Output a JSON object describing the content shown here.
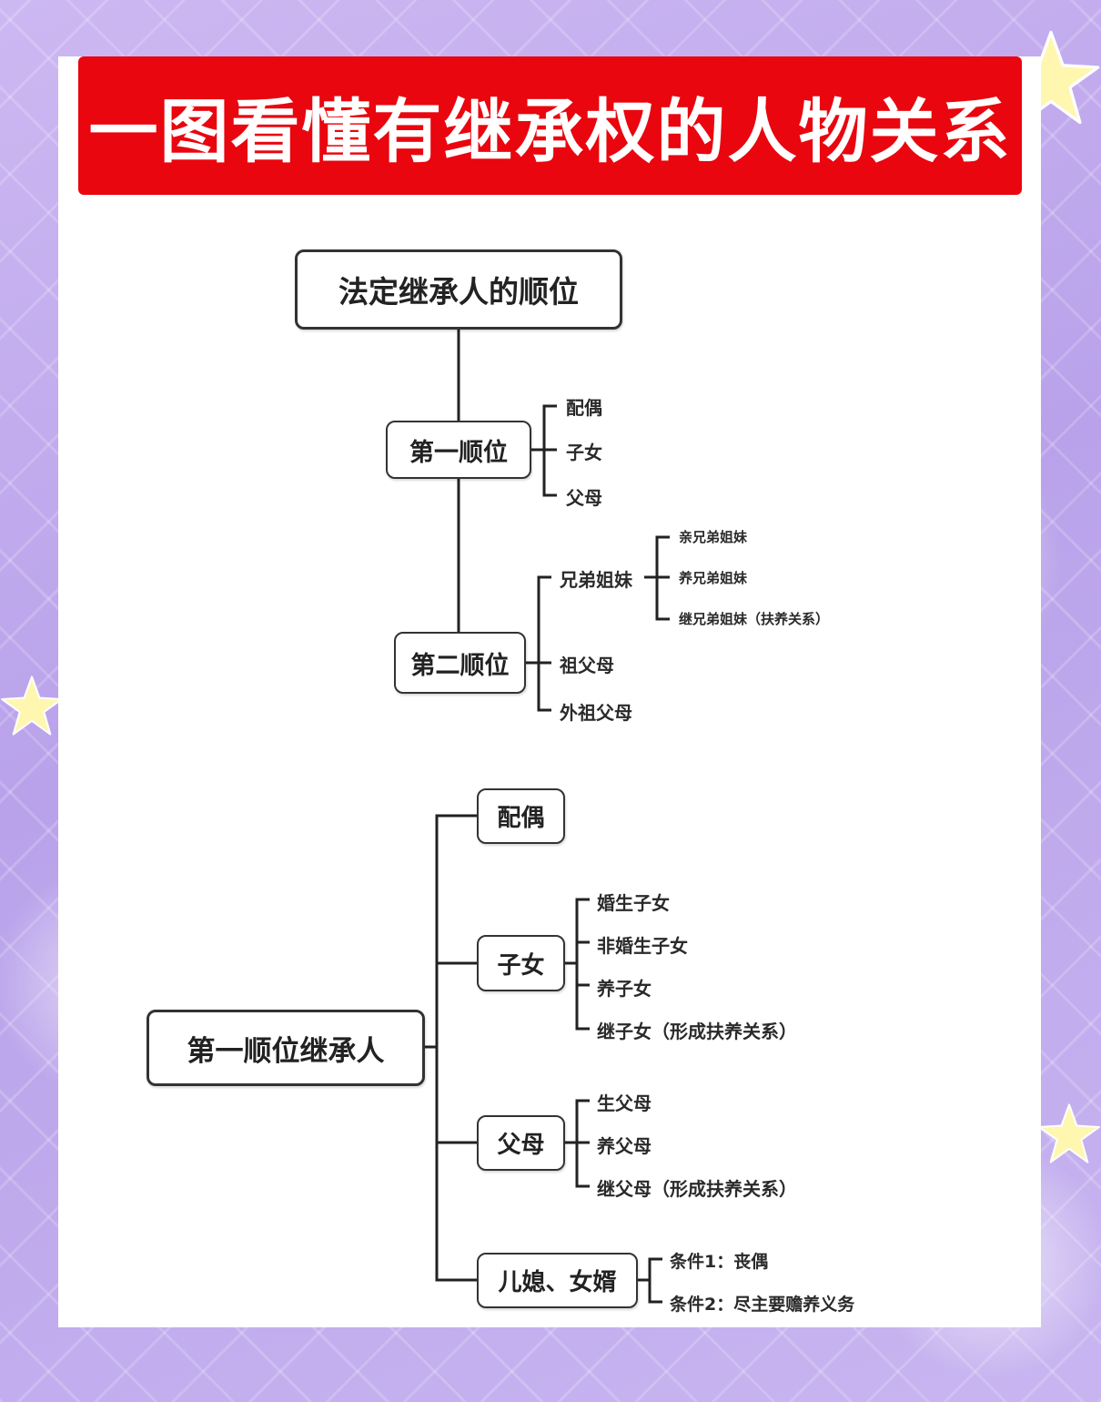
{
  "title": "一图看懂有继承权的人物关系",
  "diagram1": {
    "root": "法定继承人的顺位",
    "first": {
      "label": "第一顺位",
      "children": [
        "配偶",
        "子女",
        "父母"
      ]
    },
    "second": {
      "label": "第二顺位",
      "siblings": {
        "label": "兄弟姐妹",
        "children": [
          "亲兄弟姐妹",
          "养兄弟姐妹",
          "继兄弟姐妹（扶养关系）"
        ]
      },
      "grandparents": "祖父母",
      "maternal_grandparents": "外祖父母"
    }
  },
  "diagram2": {
    "root": "第一顺位继承人",
    "spouse": "配偶",
    "children": {
      "label": "子女",
      "items": [
        "婚生子女",
        "非婚生子女",
        "养子女",
        "继子女（形成扶养关系）"
      ]
    },
    "parents": {
      "label": "父母",
      "items": [
        "生父母",
        "养父母",
        "继父母（形成扶养关系）"
      ]
    },
    "in_laws": {
      "label": "儿媳、女婿",
      "items": [
        "条件1：丧偶",
        "条件2：尽主要赡养义务"
      ]
    }
  },
  "colors": {
    "banner": "#e9060f",
    "background": "#c3aef0"
  }
}
